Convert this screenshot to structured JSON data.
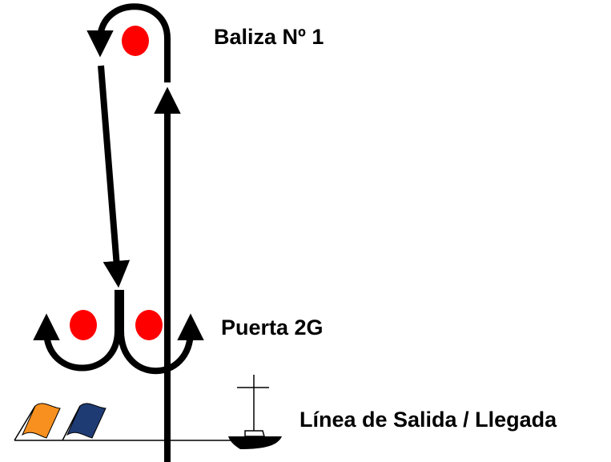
{
  "labels": {
    "mark1": "Baliza Nº 1",
    "gate": "Puerta 2G",
    "line": "Línea de Salida / Llegada"
  },
  "colors": {
    "buoy": "#ff0000",
    "course": "#000000",
    "flag_orange": "#f7901e",
    "flag_blue": "#1f3b73"
  },
  "icons": {
    "buoys": [
      "mark-buoy",
      "gate-left-buoy",
      "gate-right-buoy"
    ],
    "flags": [
      "orange-flag",
      "blue-flag"
    ],
    "boat": "committee-boat"
  }
}
